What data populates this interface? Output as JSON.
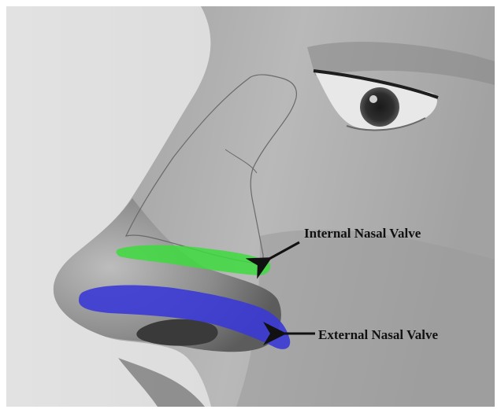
{
  "labels": {
    "internal": "Internal Nasal Valve",
    "external": "External Nasal Valve"
  },
  "colors": {
    "internal_valve": "#3ddb3d",
    "external_valve": "#3a3ad6",
    "background": "#d9d9d9",
    "skin_light": "#c8c8c8",
    "skin_dark": "#3c3c3c",
    "arrow": "#111111"
  },
  "icons": {
    "internal_arrow": "arrow-pointing-left-down",
    "external_arrow": "arrow-pointing-left"
  }
}
